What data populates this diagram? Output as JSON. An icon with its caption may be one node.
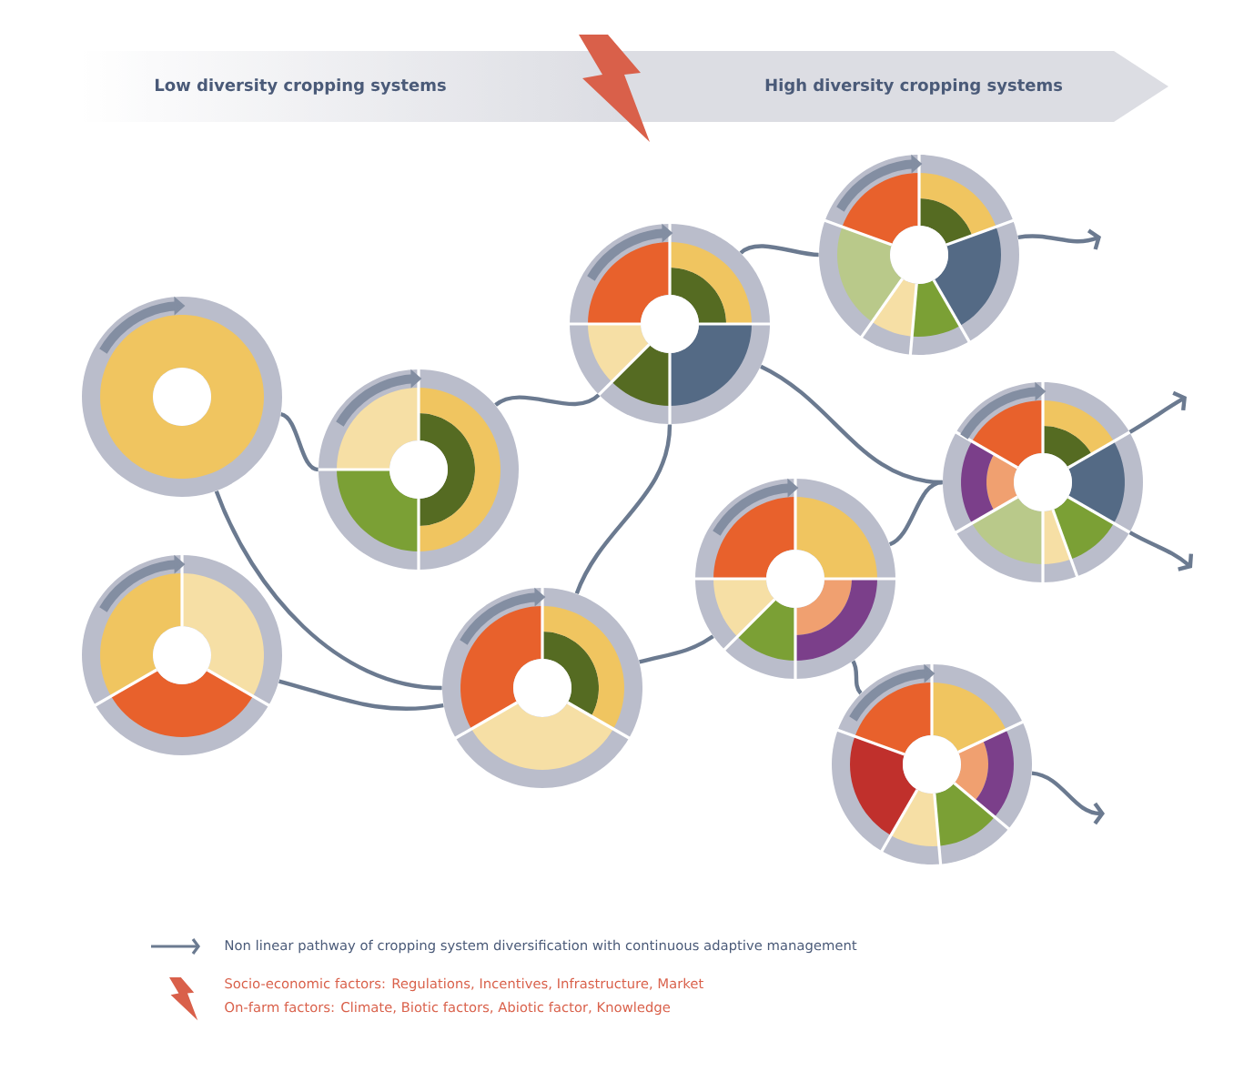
{
  "diagram": {
    "nodes": [
      {
        "text": [],
        "shape": "circle"
      },
      {
        "text": [],
        "shape": "circle"
      },
      {
        "text": [],
        "shape": "circle"
      },
      {
        "text": [],
        "shape": "circle"
      },
      {
        "text": [],
        "shape": "circle"
      },
      {
        "text": [],
        "shape": "circle"
      },
      {
        "text": [],
        "shape": "circle"
      },
      {
        "text": [],
        "shape": "circle"
      },
      {
        "text": [],
        "shape": "circle"
      }
    ],
    "edges": [
      {
        "from": 0,
        "to": 2,
        "arrow": "none"
      },
      {
        "from": 0,
        "to": 3,
        "arrow": "none"
      },
      {
        "from": 1,
        "to": 3,
        "arrow": "none"
      },
      {
        "from": 2,
        "to": 4,
        "arrow": "none"
      },
      {
        "from": 3,
        "to": 4,
        "arrow": "none"
      },
      {
        "from": 4,
        "to": 6,
        "arrow": "none"
      },
      {
        "from": 4,
        "to": 8,
        "arrow": "none"
      },
      {
        "from": 3,
        "to": 5,
        "arrow": "none"
      },
      {
        "from": 5,
        "to": 8,
        "arrow": "none"
      },
      {
        "from": 5,
        "to": 7,
        "arrow": "none"
      },
      {
        "from": 6,
        "to": null,
        "arrow": "to"
      },
      {
        "from": 8,
        "to": null,
        "arrow": "to"
      },
      {
        "from": 8,
        "to": null,
        "arrow": "to"
      },
      {
        "from": 7,
        "to": null,
        "arrow": "to"
      }
    ],
    "labels": [
      "Low diversity cropping systems",
      "High diversity cropping systems"
    ],
    "legend": [
      {
        "text": "Non linear pathway of cropping system diversification with continuous adaptive management"
      },
      {
        "text": "Socio-economic factors: Regulations, Incentives, Infrastructure, Market"
      },
      {
        "text": "On-farm factors: Climate, Biotic factors, Abiotic factor, Knowledge"
      }
    ]
  }
}
